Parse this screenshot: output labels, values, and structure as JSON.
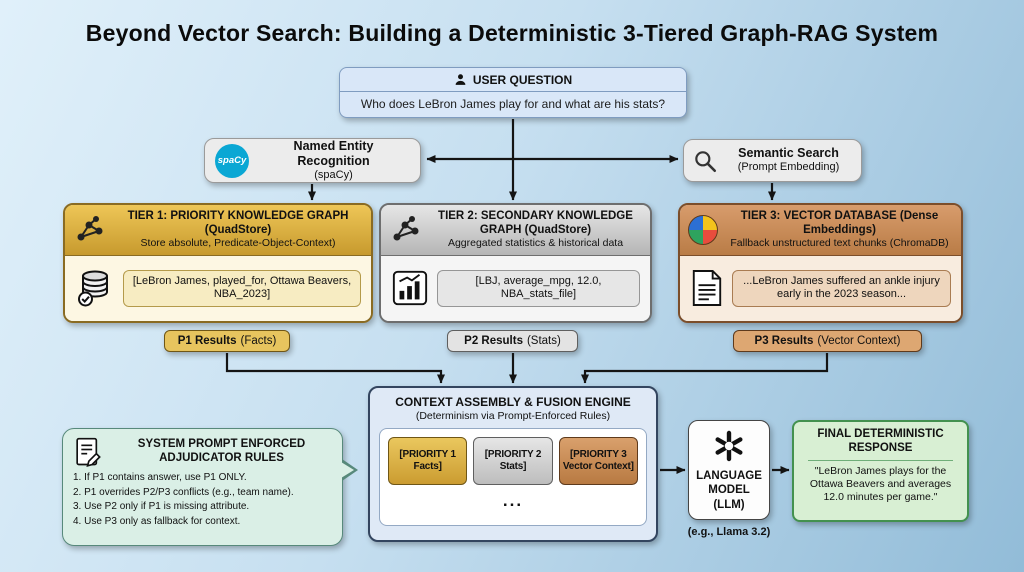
{
  "title": "Beyond Vector Search: Building a Deterministic 3-Tiered Graph-RAG System",
  "user_question": {
    "header": "USER QUESTION",
    "question": "Who does LeBron James play for and what are his stats?"
  },
  "ner": {
    "logo_text": "spaCy",
    "title": "Named Entity Recognition",
    "subtitle": "(spaCy)"
  },
  "semantic_search": {
    "title": "Semantic Search",
    "subtitle": "(Prompt Embedding)"
  },
  "tiers": [
    {
      "title": "TIER 1: PRIORITY KNOWLEDGE GRAPH",
      "subtitle": "(QuadStore)",
      "description": "Store absolute, Predicate-Object-Context)",
      "content": "[LeBron James, played_for, Ottawa Beavers, NBA_2023]",
      "result_label": "P1 Results",
      "result_detail": "(Facts)"
    },
    {
      "title": "TIER 2: SECONDARY KNOWLEDGE GRAPH",
      "subtitle": "(QuadStore)",
      "description": "Aggregated statistics & historical data",
      "content": "[LBJ, average_mpg, 12.0, NBA_stats_file]",
      "result_label": "P2 Results",
      "result_detail": "(Stats)"
    },
    {
      "title": "TIER 3: VECTOR DATABASE",
      "subtitle": "(Dense Embeddings)",
      "description": "Fallback unstructured text chunks (ChromaDB)",
      "content": "...LeBron James suffered an ankle injury early in the 2023 season...",
      "result_label": "P3 Results",
      "result_detail": "(Vector Context)"
    }
  ],
  "fusion_engine": {
    "title": "CONTEXT ASSEMBLY & FUSION ENGINE",
    "subtitle": "(Determinism via Prompt-Enforced Rules)",
    "priorities": [
      {
        "label": "[PRIORITY 1",
        "value": "Facts]"
      },
      {
        "label": "[PRIORITY 2",
        "value": "Stats]"
      },
      {
        "label": "[PRIORITY 3",
        "value": "Vector Context]"
      }
    ],
    "ellipsis": "..."
  },
  "adjudicator": {
    "title": "SYSTEM PROMPT ENFORCED ADJUDICATOR RULES",
    "rules": [
      "1. If P1 contains answer, use P1 ONLY.",
      "2. P1 overrides P2/P3 conflicts (e.g., team name).",
      "3. Use P2 only if P1 is missing attribute.",
      "4. Use P3 only as fallback for context."
    ]
  },
  "llm": {
    "title": "LANGUAGE MODEL (LLM)",
    "caption": "(e.g., Llama 3.2)"
  },
  "final_response": {
    "title": "FINAL DETERMINISTIC RESPONSE",
    "text": "\"LeBron James plays for the Ottawa Beavers and averages 12.0 minutes per game.\""
  },
  "colors": {
    "tier1_gold": "#cf9e33",
    "tier2_silver": "#bdbdbd",
    "tier3_bronze": "#b87a42",
    "response_green": "#43914f",
    "spacy_blue": "#0aa7d4",
    "background_blue": "#b7d6ea"
  }
}
